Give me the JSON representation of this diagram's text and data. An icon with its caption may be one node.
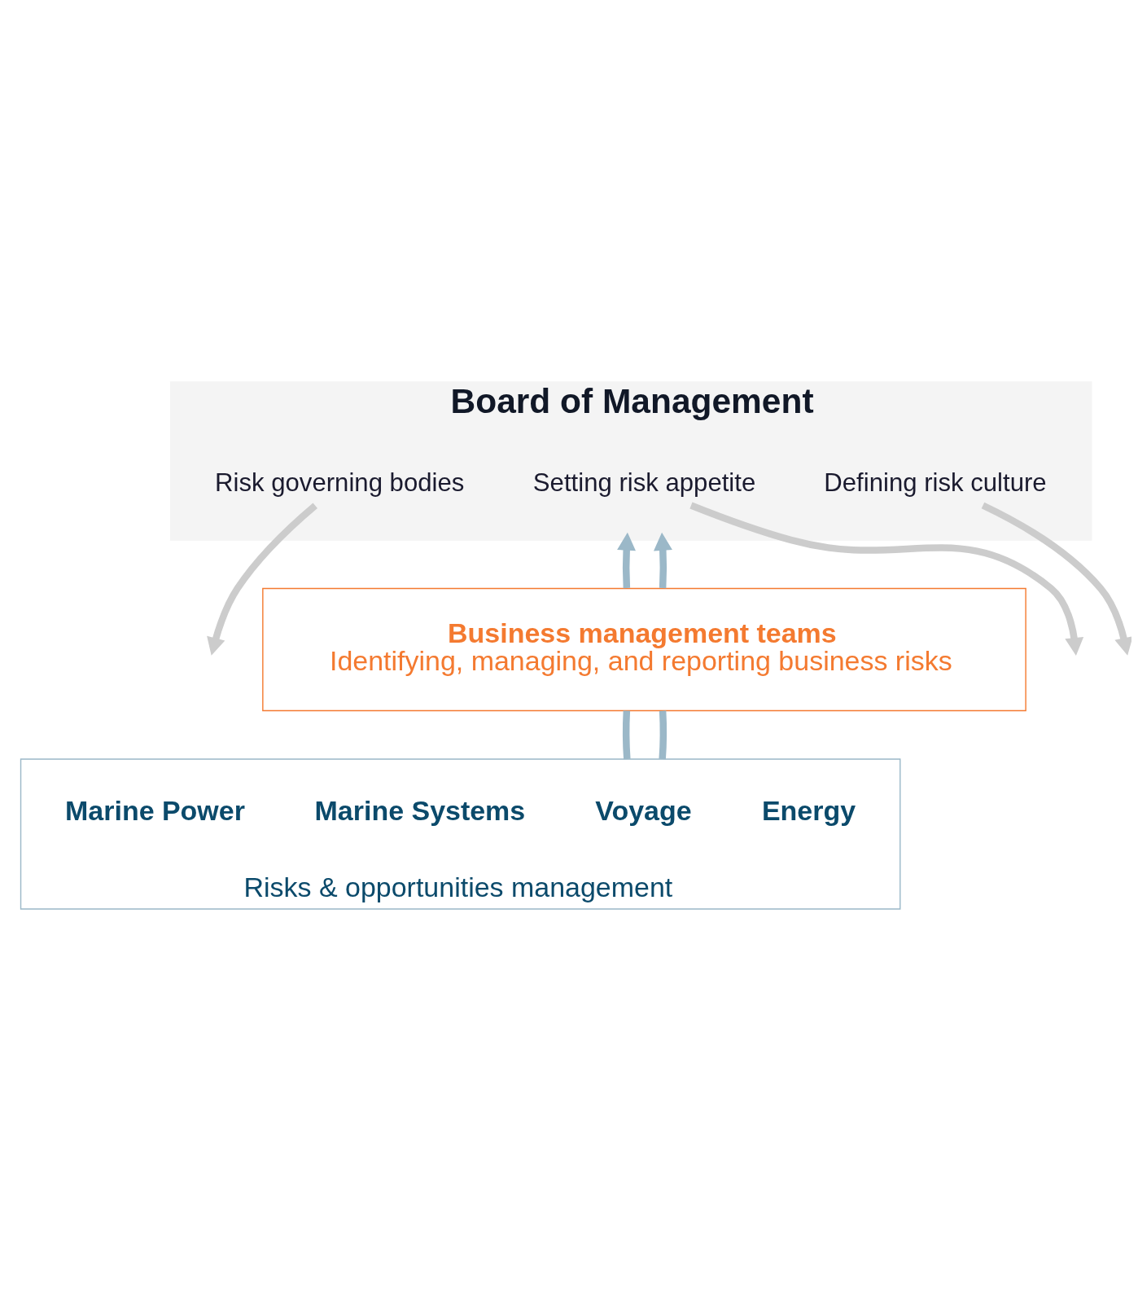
{
  "diagram": {
    "nodes": [
      {
        "text": [
          "Board of Management"
        ]
      },
      {
        "text": [
          "Risk governing bodies"
        ],
        "in": 0
      },
      {
        "text": [
          "Setting risk appetite"
        ],
        "in": 0
      },
      {
        "text": [
          "Defining risk culture"
        ],
        "in": 0
      },
      {
        "text": [
          "Business management teams",
          "Identifying, managing, and reporting business risks"
        ]
      },
      {
        "text": [
          "Risks & opportunities management"
        ]
      },
      {
        "text": [
          "Marine Power"
        ],
        "in": 5
      },
      {
        "text": [
          "Marine Systems"
        ],
        "in": 5
      },
      {
        "text": [
          "Voyage"
        ],
        "in": 5
      },
      {
        "text": [
          "Energy"
        ],
        "in": 5
      }
    ],
    "edges": [
      {
        "from": 1,
        "to": null,
        "arrow": "to",
        "color": "#cccccc"
      },
      {
        "from": 4,
        "to": 0,
        "arrow": "to"
      },
      {
        "from": 2,
        "to": null,
        "arrow": "to",
        "color": "#cccccc"
      },
      {
        "from": 4,
        "to": 0,
        "arrow": "to"
      },
      {
        "from": 3,
        "to": null,
        "arrow": "to",
        "color": "#cccccc"
      },
      {
        "from": 5,
        "to": 4,
        "arrow": "none"
      },
      {
        "from": 5,
        "to": 4,
        "arrow": "none"
      }
    ]
  }
}
